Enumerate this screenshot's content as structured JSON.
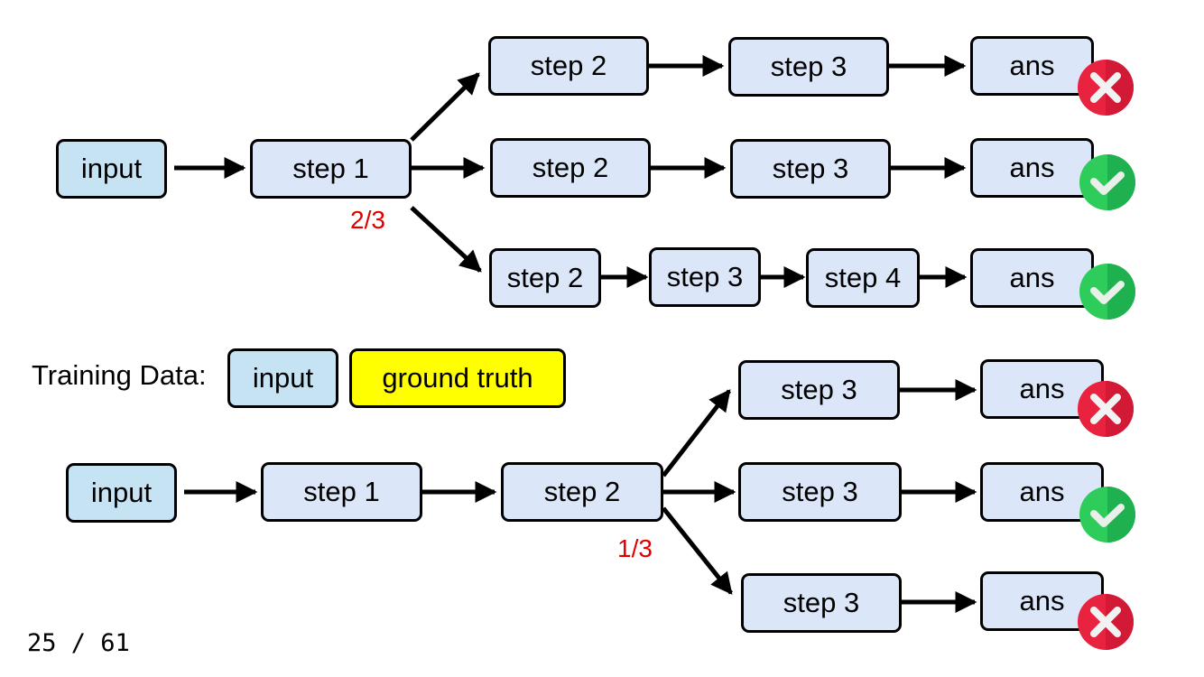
{
  "top_tree": {
    "input_label": "input",
    "step1_label": "step 1",
    "fraction": "2/3",
    "branches": [
      {
        "steps": [
          "step 2",
          "step 3"
        ],
        "answer": "ans",
        "result": "incorrect"
      },
      {
        "steps": [
          "step 2",
          "step 3"
        ],
        "answer": "ans",
        "result": "correct"
      },
      {
        "steps": [
          "step 2",
          "step 3",
          "step 4"
        ],
        "answer": "ans",
        "result": "correct"
      }
    ]
  },
  "legend": {
    "label": "Training Data:",
    "input_label": "input",
    "ground_truth_label": "ground truth"
  },
  "bottom_tree": {
    "input_label": "input",
    "step1_label": "step 1",
    "step2_label": "step 2",
    "fraction": "1/3",
    "branches": [
      {
        "steps": [
          "step 3"
        ],
        "answer": "ans",
        "result": "incorrect"
      },
      {
        "steps": [
          "step 3"
        ],
        "answer": "ans",
        "result": "correct"
      },
      {
        "steps": [
          "step 3"
        ],
        "answer": "ans",
        "result": "incorrect"
      }
    ]
  },
  "page_number": "25 / 61",
  "colors": {
    "step_fill": "#dbe6f8",
    "input_fill": "#c6e3f4",
    "ground_truth_fill": "#ffff00",
    "fraction_text": "#e00000",
    "correct_badge": "#2ecc5a",
    "incorrect_badge": "#e8223f"
  },
  "icons": {
    "correct": "check-icon",
    "incorrect": "cross-icon"
  }
}
